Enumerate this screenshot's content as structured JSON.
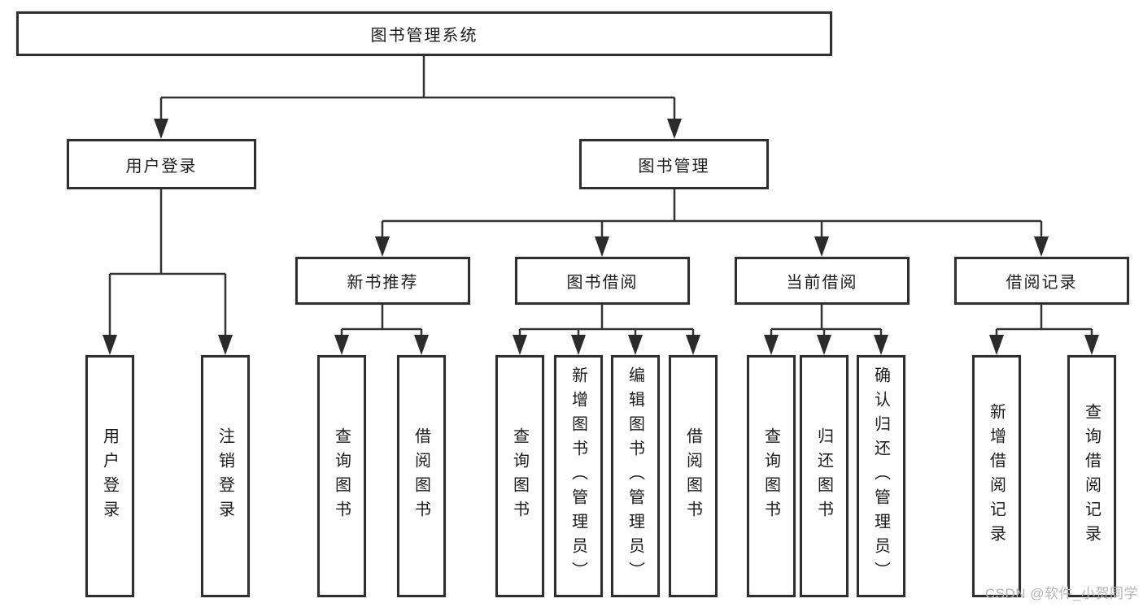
{
  "diagram": {
    "root": "图书管理系统",
    "branches": [
      {
        "label": "用户登录",
        "children": [
          "用户登录",
          "注销登录"
        ]
      },
      {
        "label": "图书管理",
        "groups": [
          {
            "label": "新书推荐",
            "children": [
              "查询图书",
              "借阅图书"
            ]
          },
          {
            "label": "图书借阅",
            "children": [
              "查询图书",
              "新增图书（管理员）",
              "编辑图书（管理员）",
              "借阅图书"
            ]
          },
          {
            "label": "当前借阅",
            "children": [
              "查询图书",
              "归还图书",
              "确认归还（管理员）"
            ]
          },
          {
            "label": "借阅记录",
            "children": [
              "新增借阅记录",
              "查询借阅记录"
            ]
          }
        ]
      }
    ]
  },
  "watermark": "CSDN @软件_小贺同学",
  "colors": {
    "line": "#333333",
    "arrow": "#2b2b2b",
    "box_border": "#2f2f2f",
    "box_fill": "#ffffff",
    "text": "#1c1c1c",
    "watermark": "#b5b5b5",
    "background": "#ffffff"
  }
}
